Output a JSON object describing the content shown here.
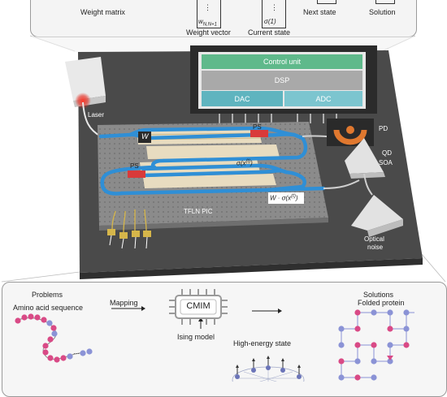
{
  "top_panel": {
    "weight_matrix": "Weight matrix",
    "weight_vector_entry": "w",
    "weight_vector_sub": "N,N+1",
    "weight_vector": "Weight vector",
    "current_state_entry": "σ(1)",
    "current_state": "Current state",
    "next_state": "Next state",
    "solution": "Solution"
  },
  "chip": {
    "control_unit": "Control unit",
    "dsp": "DSP",
    "dac": "DAC",
    "adc": "ADC",
    "laser": "Laser",
    "pd": "PD",
    "qd": "QD",
    "soa": "SOA",
    "optical_noise_1": "Optical",
    "optical_noise_2": "noise",
    "tfln_pic": "TFLN PIC",
    "w": "W",
    "ps_top": "PS",
    "ps_left": "PS",
    "sigma_base": "σ(x",
    "sigma_sup": "(t)",
    "wsigma_base": "W · σ(x",
    "wsigma_sup": "(t)"
  },
  "bottom_panel": {
    "problems": "Problems",
    "amino": "Amino acid sequence",
    "mapping": "Mapping",
    "cmim": "CMIM",
    "ising": "Ising model",
    "high_energy": "High-energy state",
    "solutions": "Solutions",
    "folded": "Folded protein"
  },
  "colors": {
    "control_unit": "#5fb98b",
    "dsp": "#a9a9a9",
    "dac_adc": "#5fb4bf",
    "waveguide": "#2f8fd6",
    "phase_shifter": "#d93a3a",
    "pd_arc": "#e0782f",
    "bead_pink": "#d94a86",
    "bead_blue": "#8b93d6",
    "board": "#4a4a4a"
  }
}
